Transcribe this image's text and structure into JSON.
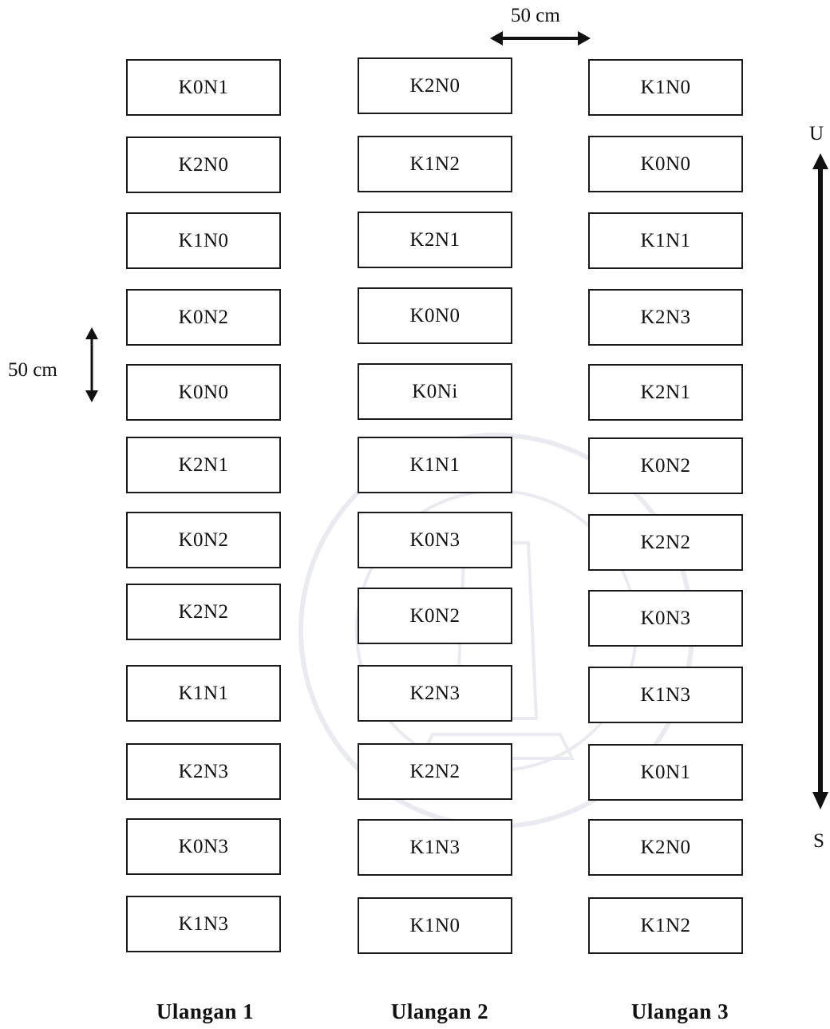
{
  "dimensions": {
    "horizontal_spacing": "50 cm",
    "vertical_spacing": "50 cm"
  },
  "compass": {
    "north": "U",
    "south": "S"
  },
  "columns": [
    {
      "label": "Ulangan 1",
      "plots": [
        "K0N1",
        "K2N0",
        "K1N0",
        "K0N2",
        "K0N0",
        "K2N1",
        "K0N2",
        "K2N2",
        "K1N1",
        "K2N3",
        "K0N3",
        "K1N3"
      ]
    },
    {
      "label": "Ulangan  2",
      "plots": [
        "K2N0",
        "K1N2",
        "K2N1",
        "K0N0",
        "K0Ni",
        "K1N1",
        "K0N3",
        "K0N2",
        "K2N3",
        "K2N2",
        "K1N3",
        "K1N0"
      ]
    },
    {
      "label": "Ulangan  3",
      "plots": [
        "K1N0",
        "K0N0",
        "K1N1",
        "K2N3",
        "K2N1",
        "K0N2",
        "K2N2",
        "K0N3",
        "K1N3",
        "K0N1",
        "K2N0",
        "K1N2"
      ]
    }
  ],
  "colors": {
    "border": "#1a1a1a",
    "text": "#111111",
    "watermark": "#1b2a6b"
  }
}
